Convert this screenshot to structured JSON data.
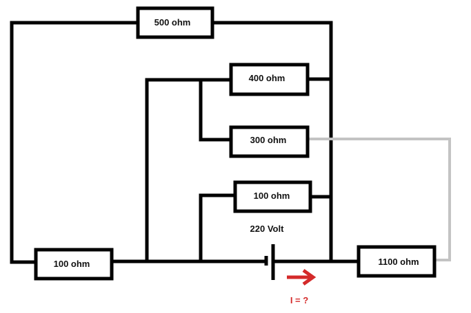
{
  "diagram": {
    "title": "Resistor circuit",
    "resistors": [
      {
        "id": "r500",
        "label": "500 ohm"
      },
      {
        "id": "r400",
        "label": "400 ohm"
      },
      {
        "id": "r300",
        "label": "300 ohm"
      },
      {
        "id": "r100a",
        "label": "100 ohm"
      },
      {
        "id": "r100b",
        "label": "100 ohm"
      },
      {
        "id": "r1100",
        "label": "1100 ohm"
      }
    ],
    "source": {
      "label": "220 Volt"
    },
    "current": {
      "label": "I = ?",
      "color": "#d42a2a"
    },
    "colors": {
      "wire": "#000000",
      "gray_wire": "#c3c3c3"
    }
  }
}
